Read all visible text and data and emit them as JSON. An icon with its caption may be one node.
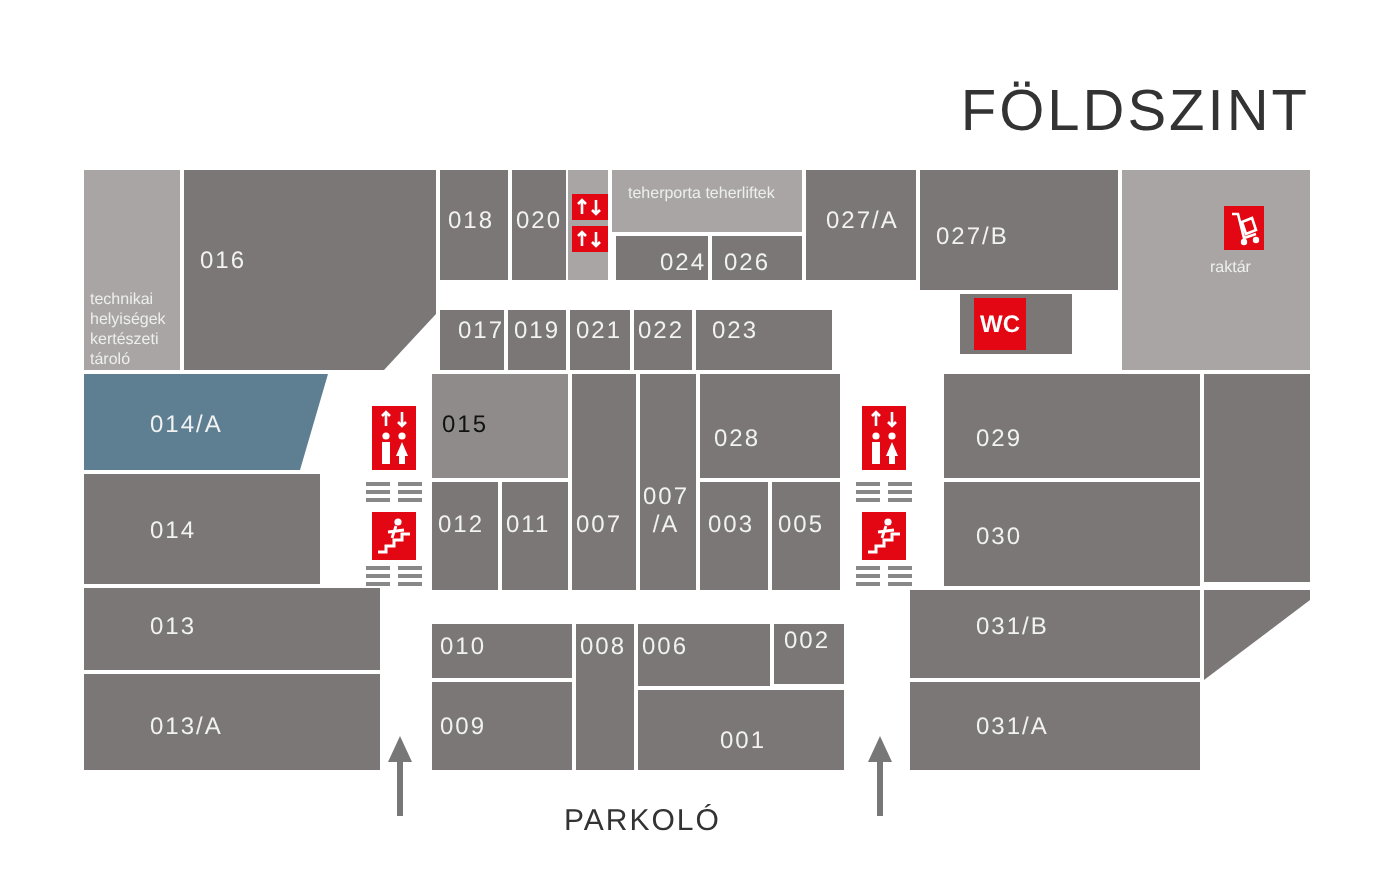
{
  "diagram": {
    "title": "FÖLDSZINT",
    "nodes": [
      {
        "text": [
          "016"
        ]
      },
      {
        "text": [
          "018"
        ]
      },
      {
        "text": [
          "020"
        ]
      },
      {
        "text": [
          "teherporta teherliftek"
        ]
      },
      {
        "text": [
          "027/A"
        ]
      },
      {
        "text": [
          "027/B"
        ]
      },
      {
        "text": [
          "raktár"
        ]
      },
      {
        "text": [
          "technikai helyiségek kertészeti tároló"
        ]
      },
      {
        "text": [
          "024"
        ]
      },
      {
        "text": [
          "026"
        ]
      },
      {
        "text": [
          "017"
        ]
      },
      {
        "text": [
          "019"
        ]
      },
      {
        "text": [
          "021"
        ]
      },
      {
        "text": [
          "022"
        ]
      },
      {
        "text": [
          "023"
        ]
      },
      {
        "text": [
          "WC"
        ]
      },
      {
        "text": [
          "014/A"
        ]
      },
      {
        "text": [
          "015"
        ]
      },
      {
        "text": [
          "028"
        ]
      },
      {
        "text": [
          "029"
        ]
      },
      {
        "text": [
          "012"
        ]
      },
      {
        "text": [
          "011"
        ]
      },
      {
        "text": [
          "007"
        ]
      },
      {
        "text": [
          "007 /A"
        ]
      },
      {
        "text": [
          "003"
        ]
      },
      {
        "text": [
          "005"
        ]
      },
      {
        "text": [
          "014"
        ]
      },
      {
        "text": [
          "030"
        ]
      },
      {
        "text": [
          "013"
        ]
      },
      {
        "text": [
          "010"
        ]
      },
      {
        "text": [
          "008"
        ]
      },
      {
        "text": [
          "006"
        ]
      },
      {
        "text": [
          "002"
        ]
      },
      {
        "text": [
          "031/B"
        ]
      },
      {
        "text": [
          "009"
        ]
      },
      {
        "text": [
          "013/A"
        ]
      },
      {
        "text": [
          "001"
        ]
      },
      {
        "text": [
          "031/A"
        ]
      }
    ],
    "labels": [
      "PARKOLÓ"
    ]
  }
}
